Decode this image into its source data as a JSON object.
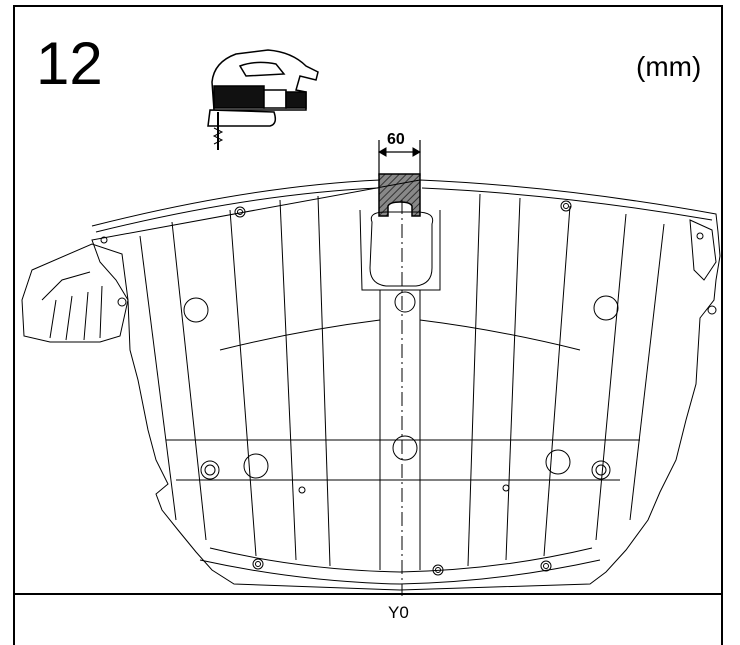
{
  "step": {
    "number": "12"
  },
  "units": {
    "label": "(mm)"
  },
  "dimension": {
    "value": "60"
  },
  "axis": {
    "label": "Y0"
  },
  "colors": {
    "line": "#000000",
    "hatch": "#555555",
    "background": "#ffffff"
  },
  "icons": {
    "tool": "jigsaw-icon"
  }
}
